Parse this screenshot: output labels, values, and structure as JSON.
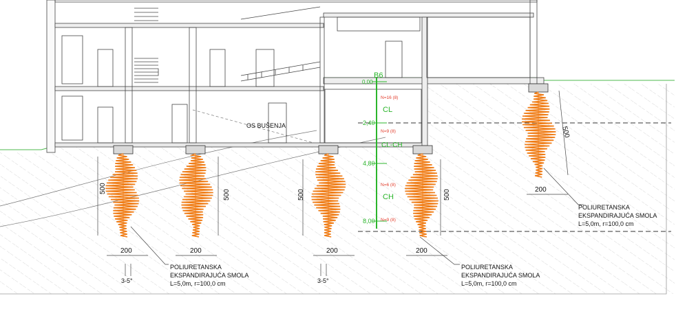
{
  "drill": {
    "code": "B6",
    "elev_top": "0,00",
    "layers": [
      "CL",
      "CL-CH",
      "CH"
    ],
    "depths": [
      "2,40",
      "4,80",
      "8,00"
    ],
    "spt": [
      "N=16 (8)",
      "N=9 (8)",
      "N=6 (8)",
      "N=9 (8)"
    ]
  },
  "room_label": "OS BUŠENJA",
  "dims": {
    "depth": "500",
    "width": "200",
    "angle": "3-5°"
  },
  "notes": [
    {
      "l1": "POLIURETANSKA",
      "l2": "EKSPANDIRAJUĆA SMOLA",
      "l3": "L=5,0m, r=100,0 cm"
    },
    {
      "l1": "POLIURETANSKA",
      "l2": "EKSPANDIRAJUĆA SMOLA",
      "l3": "L=5,0m, r=100,0 cm"
    },
    {
      "l1": "POLIURETANSKA",
      "l2": "EKSPANDIRAJUĆA SMOLA",
      "l3": "L=5,0m, r=100,0 cm"
    }
  ],
  "colors": {
    "injection": "#f07d17",
    "drill": "#2bb52b",
    "spt": "#e23b2a",
    "line": "#333333"
  }
}
